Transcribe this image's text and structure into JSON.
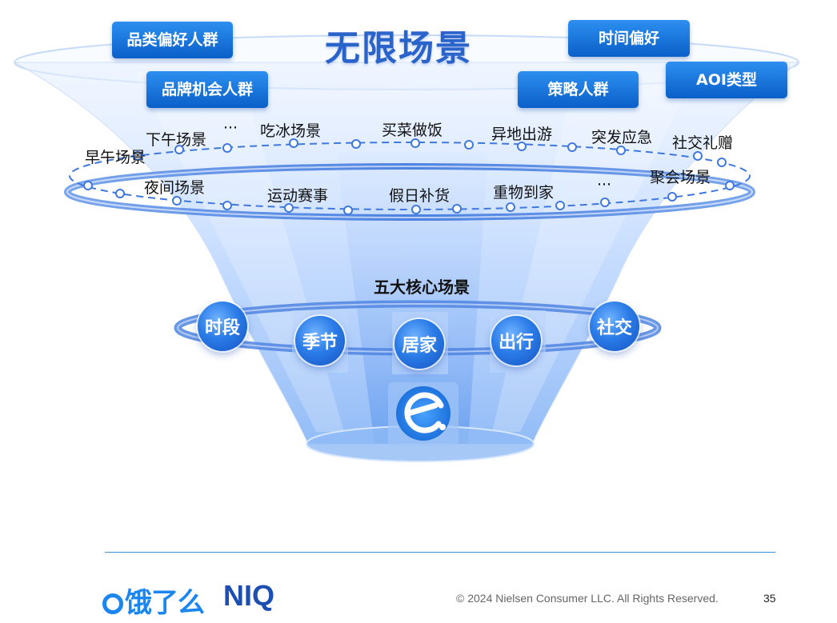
{
  "headline": "无限场景",
  "tags": {
    "category_pref": "品类偏好人群",
    "brand_opportunity": "品牌机会人群",
    "time_pref": "时间偏好",
    "strategy": "策略人群",
    "aoi_type": "AOI类型"
  },
  "scenes_upper": {
    "morning": "早午场景",
    "afternoon": "下午场景",
    "ellipsis_left": "···",
    "ice": "吃冰场景",
    "cooking": "买菜做饭",
    "travel": "异地出游",
    "emergency": "突发应急",
    "gift": "社交礼赠"
  },
  "scenes_lower": {
    "night": "夜间场景",
    "sports": "运动赛事",
    "holiday": "假日补货",
    "heavy": "重物到家",
    "ellipsis_right": "···",
    "party": "聚会场景"
  },
  "core": {
    "title": "五大核心场景",
    "items": [
      "时段",
      "季节",
      "居家",
      "出行",
      "社交"
    ]
  },
  "footer": {
    "logo_ele": "饿了么",
    "logo_niq": "NIQ",
    "copyright": "© 2024 Nielsen Consumer LLC. All Rights Reserved.",
    "page": "35"
  },
  "colors": {
    "accent": "#1b86f0",
    "tag_top": "#2d8ff0",
    "tag_bottom": "#0a5fc8",
    "headline": "#2a63c9",
    "ring": "#5b8fe6"
  }
}
